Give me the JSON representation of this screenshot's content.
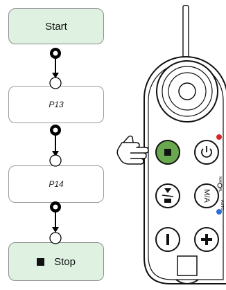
{
  "flow": {
    "start_label": "Start",
    "step1_label": "P13",
    "step2_label": "P14",
    "stop_label": "Stop"
  },
  "remote": {
    "label_manual": "MANUAL",
    "label_auto": "AUTO",
    "mode_button_label": "M/A",
    "colors": {
      "active_button": "#6aa84f",
      "power_indicator": "#d62728",
      "auto_indicator": "#2a6fd6"
    },
    "icons": [
      "hand-pointer-icon",
      "stop-icon",
      "power-icon",
      "play-pause-icon",
      "minus-icon",
      "plus-icon"
    ]
  }
}
